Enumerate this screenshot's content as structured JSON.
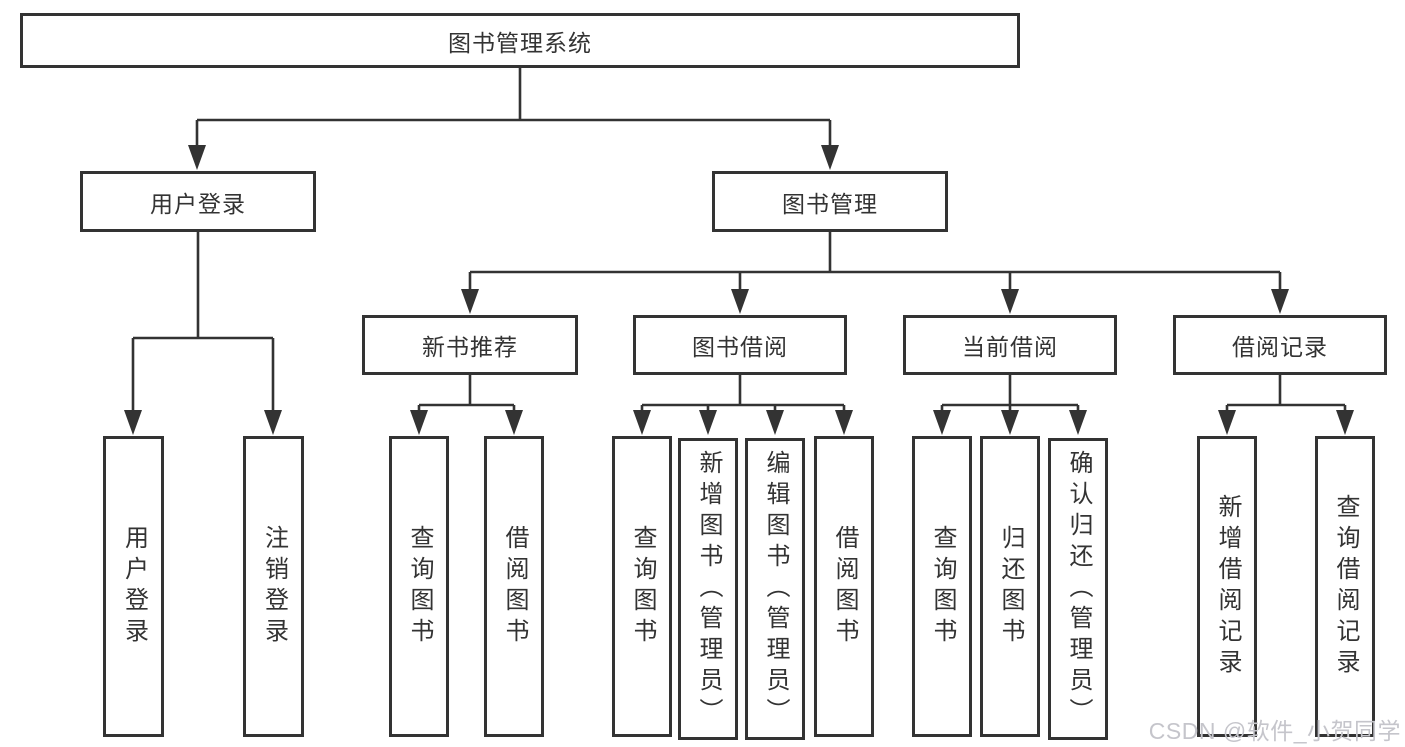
{
  "colors": {
    "line": "#333333",
    "text": "#333333",
    "background": "#ffffff",
    "watermark": "#c5c5cb"
  },
  "tree": {
    "root": {
      "label": "图书管理系统"
    },
    "branches": [
      {
        "label": "用户登录",
        "children": [
          {
            "label": "用户登录"
          },
          {
            "label": "注销登录"
          }
        ]
      },
      {
        "label": "图书管理",
        "children": [
          {
            "label": "新书推荐",
            "children": [
              {
                "label": "查询图书"
              },
              {
                "label": "借阅图书"
              }
            ]
          },
          {
            "label": "图书借阅",
            "children": [
              {
                "label": "查询图书"
              },
              {
                "label": "新增图书（管理员）"
              },
              {
                "label": "编辑图书（管理员）"
              },
              {
                "label": "借阅图书"
              }
            ]
          },
          {
            "label": "当前借阅",
            "children": [
              {
                "label": "查询图书"
              },
              {
                "label": "归还图书"
              },
              {
                "label": "确认归还（管理员）"
              }
            ]
          },
          {
            "label": "借阅记录",
            "children": [
              {
                "label": "新增借阅记录"
              },
              {
                "label": "查询借阅记录"
              }
            ]
          }
        ]
      }
    ]
  },
  "watermark": "CSDN @软件_小贺同学"
}
